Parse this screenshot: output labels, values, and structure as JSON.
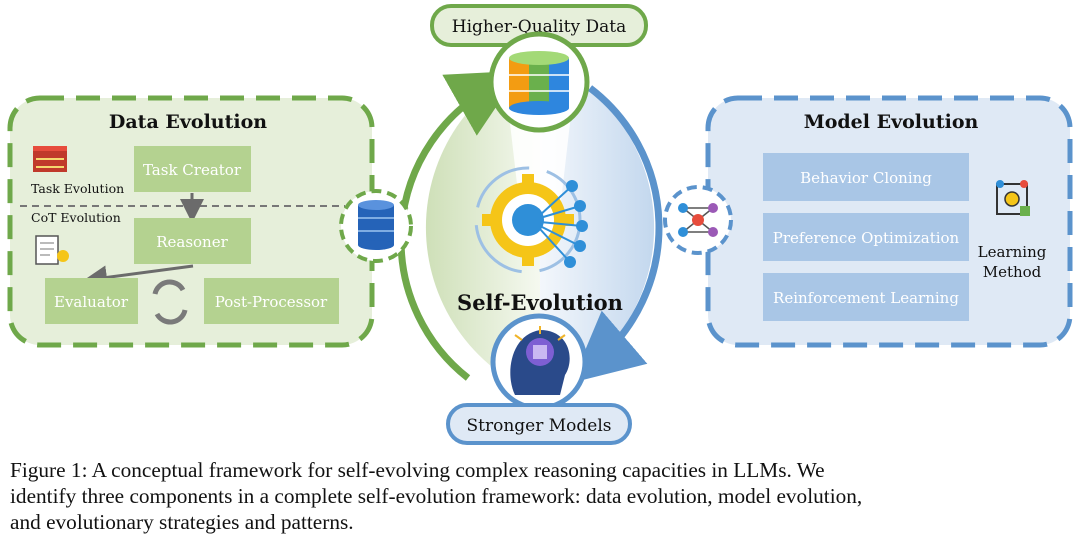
{
  "figure": {
    "top_label": "Higher-Quality Data",
    "bottom_label": "Stronger Models",
    "center_label": "Self-Evolution",
    "data_evolution": {
      "title": "Data Evolution",
      "task_evolution_label": "Task Evolution",
      "cot_evolution_label": "CoT Evolution",
      "task_creator": "Task Creator",
      "reasoner": "Reasoner",
      "evaluator": "Evaluator",
      "post_processor": "Post-Processor"
    },
    "model_evolution": {
      "title": "Model Evolution",
      "methods": [
        "Behavior Cloning",
        "Preference Optimization",
        "Reinforcement Learning"
      ],
      "learning_method_line1": "Learning",
      "learning_method_line2": "Method"
    },
    "colors": {
      "green_border": "#6fa84a",
      "green_fill": "#e6efda",
      "green_box": "#b4d290",
      "blue_border": "#5b93cc",
      "blue_fill": "#dfe9f5",
      "blue_box": "#a9c6e6"
    }
  },
  "caption": {
    "line1": "Figure 1: A conceptual framework for self-evolving complex reasoning capacities in LLMs.  We",
    "line2": "identify three components in a complete self-evolution framework: data evolution, model evolution,",
    "line3": "and evolutionary strategies and patterns."
  }
}
